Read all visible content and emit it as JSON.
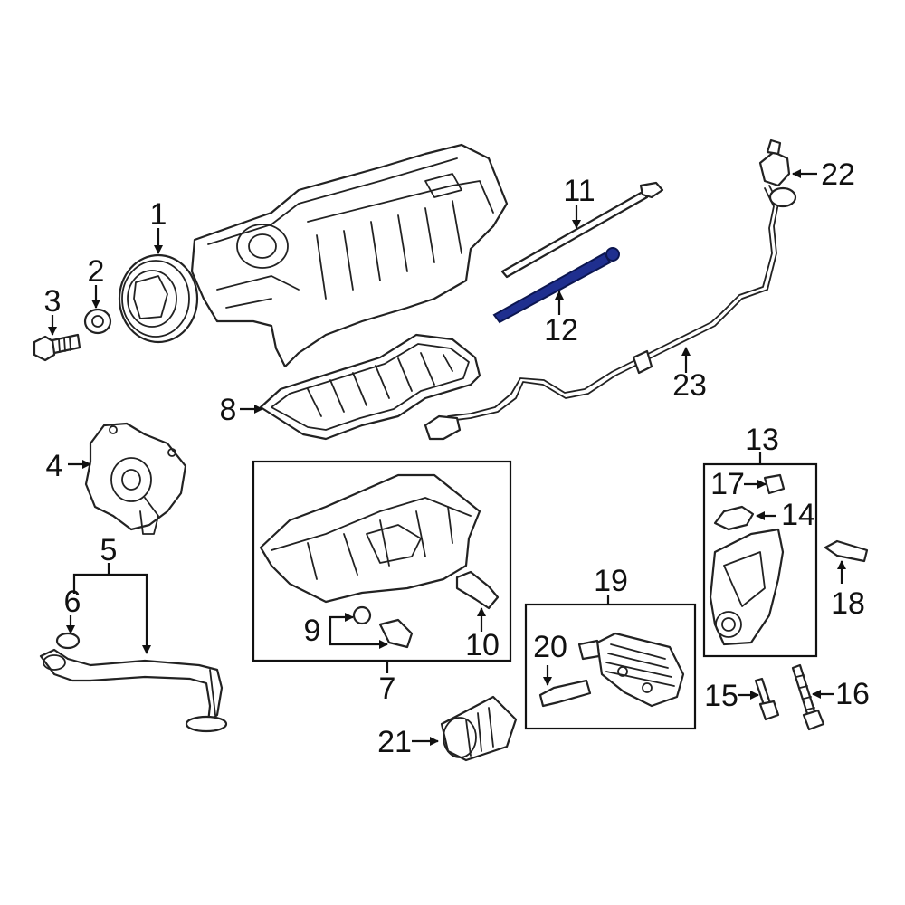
{
  "diagram": {
    "highlight_color": "#1f2f8f",
    "labels": {
      "l1": "1",
      "l2": "2",
      "l3": "3",
      "l4": "4",
      "l5": "5",
      "l6": "6",
      "l7": "7",
      "l8": "8",
      "l9": "9",
      "l10": "10",
      "l11": "11",
      "l12": "12",
      "l13": "13",
      "l14": "14",
      "l15": "15",
      "l16": "16",
      "l17": "17",
      "l18": "18",
      "l19": "19",
      "l20": "20",
      "l21": "21",
      "l22": "22",
      "l23": "23"
    }
  }
}
